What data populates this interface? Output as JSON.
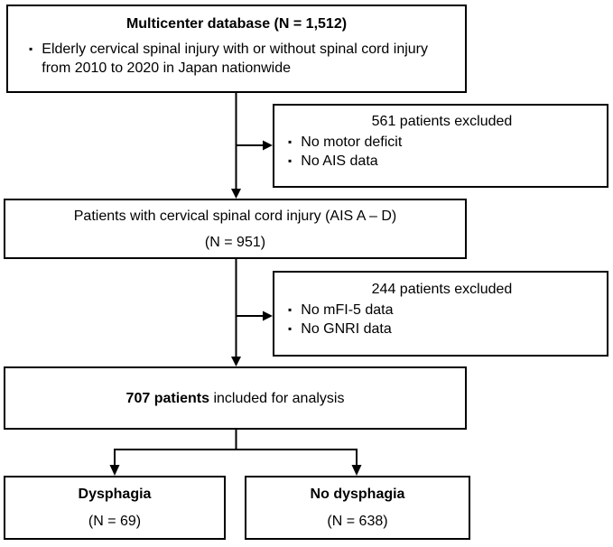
{
  "bullet_char": "▪",
  "colors": {
    "border": "#000000",
    "background": "#ffffff",
    "text": "#000000"
  },
  "flowchart": {
    "database_box": {
      "title": "Multicenter database (N = 1,512)",
      "bullets": [
        "Elderly cervical spinal injury with or without spinal cord injury from 2010 to 2020 in Japan nationwide"
      ]
    },
    "exclusion_box_1": {
      "title": "561 patients excluded",
      "bullets": [
        "No motor deficit",
        "No AIS data"
      ]
    },
    "cord_injury_box": {
      "line1": "Patients with cervical spinal cord injury (AIS A – D)",
      "line2": "(N = 951)"
    },
    "exclusion_box_2": {
      "title": "244 patients excluded",
      "bullets": [
        "No mFI-5 data",
        "No GNRI data"
      ]
    },
    "analysis_box": {
      "count_bold": "707 patients",
      "suffix": " included for analysis"
    },
    "dysphagia_box": {
      "title": "Dysphagia",
      "count": "(N = 69)"
    },
    "no_dysphagia_box": {
      "title": "No dysphagia",
      "count": "(N = 638)"
    }
  }
}
